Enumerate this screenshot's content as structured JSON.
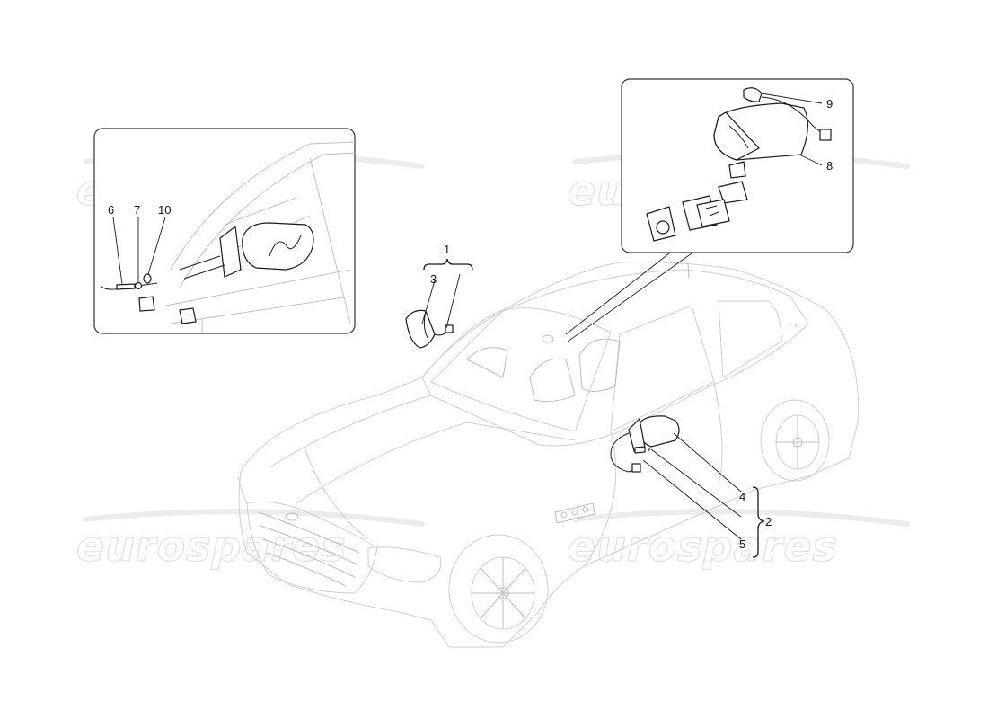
{
  "watermark": {
    "text": "eurospares"
  },
  "callouts": {
    "c1": "1",
    "c2": "2",
    "c3": "3",
    "c4": "4",
    "c5": "5",
    "c6": "6",
    "c7": "7",
    "c8": "8",
    "c9": "9",
    "c10": "10"
  },
  "colors": {
    "line": "#1a1a1a",
    "car_outline": "#cfcfcf",
    "watermark": "#e3e3e3"
  }
}
